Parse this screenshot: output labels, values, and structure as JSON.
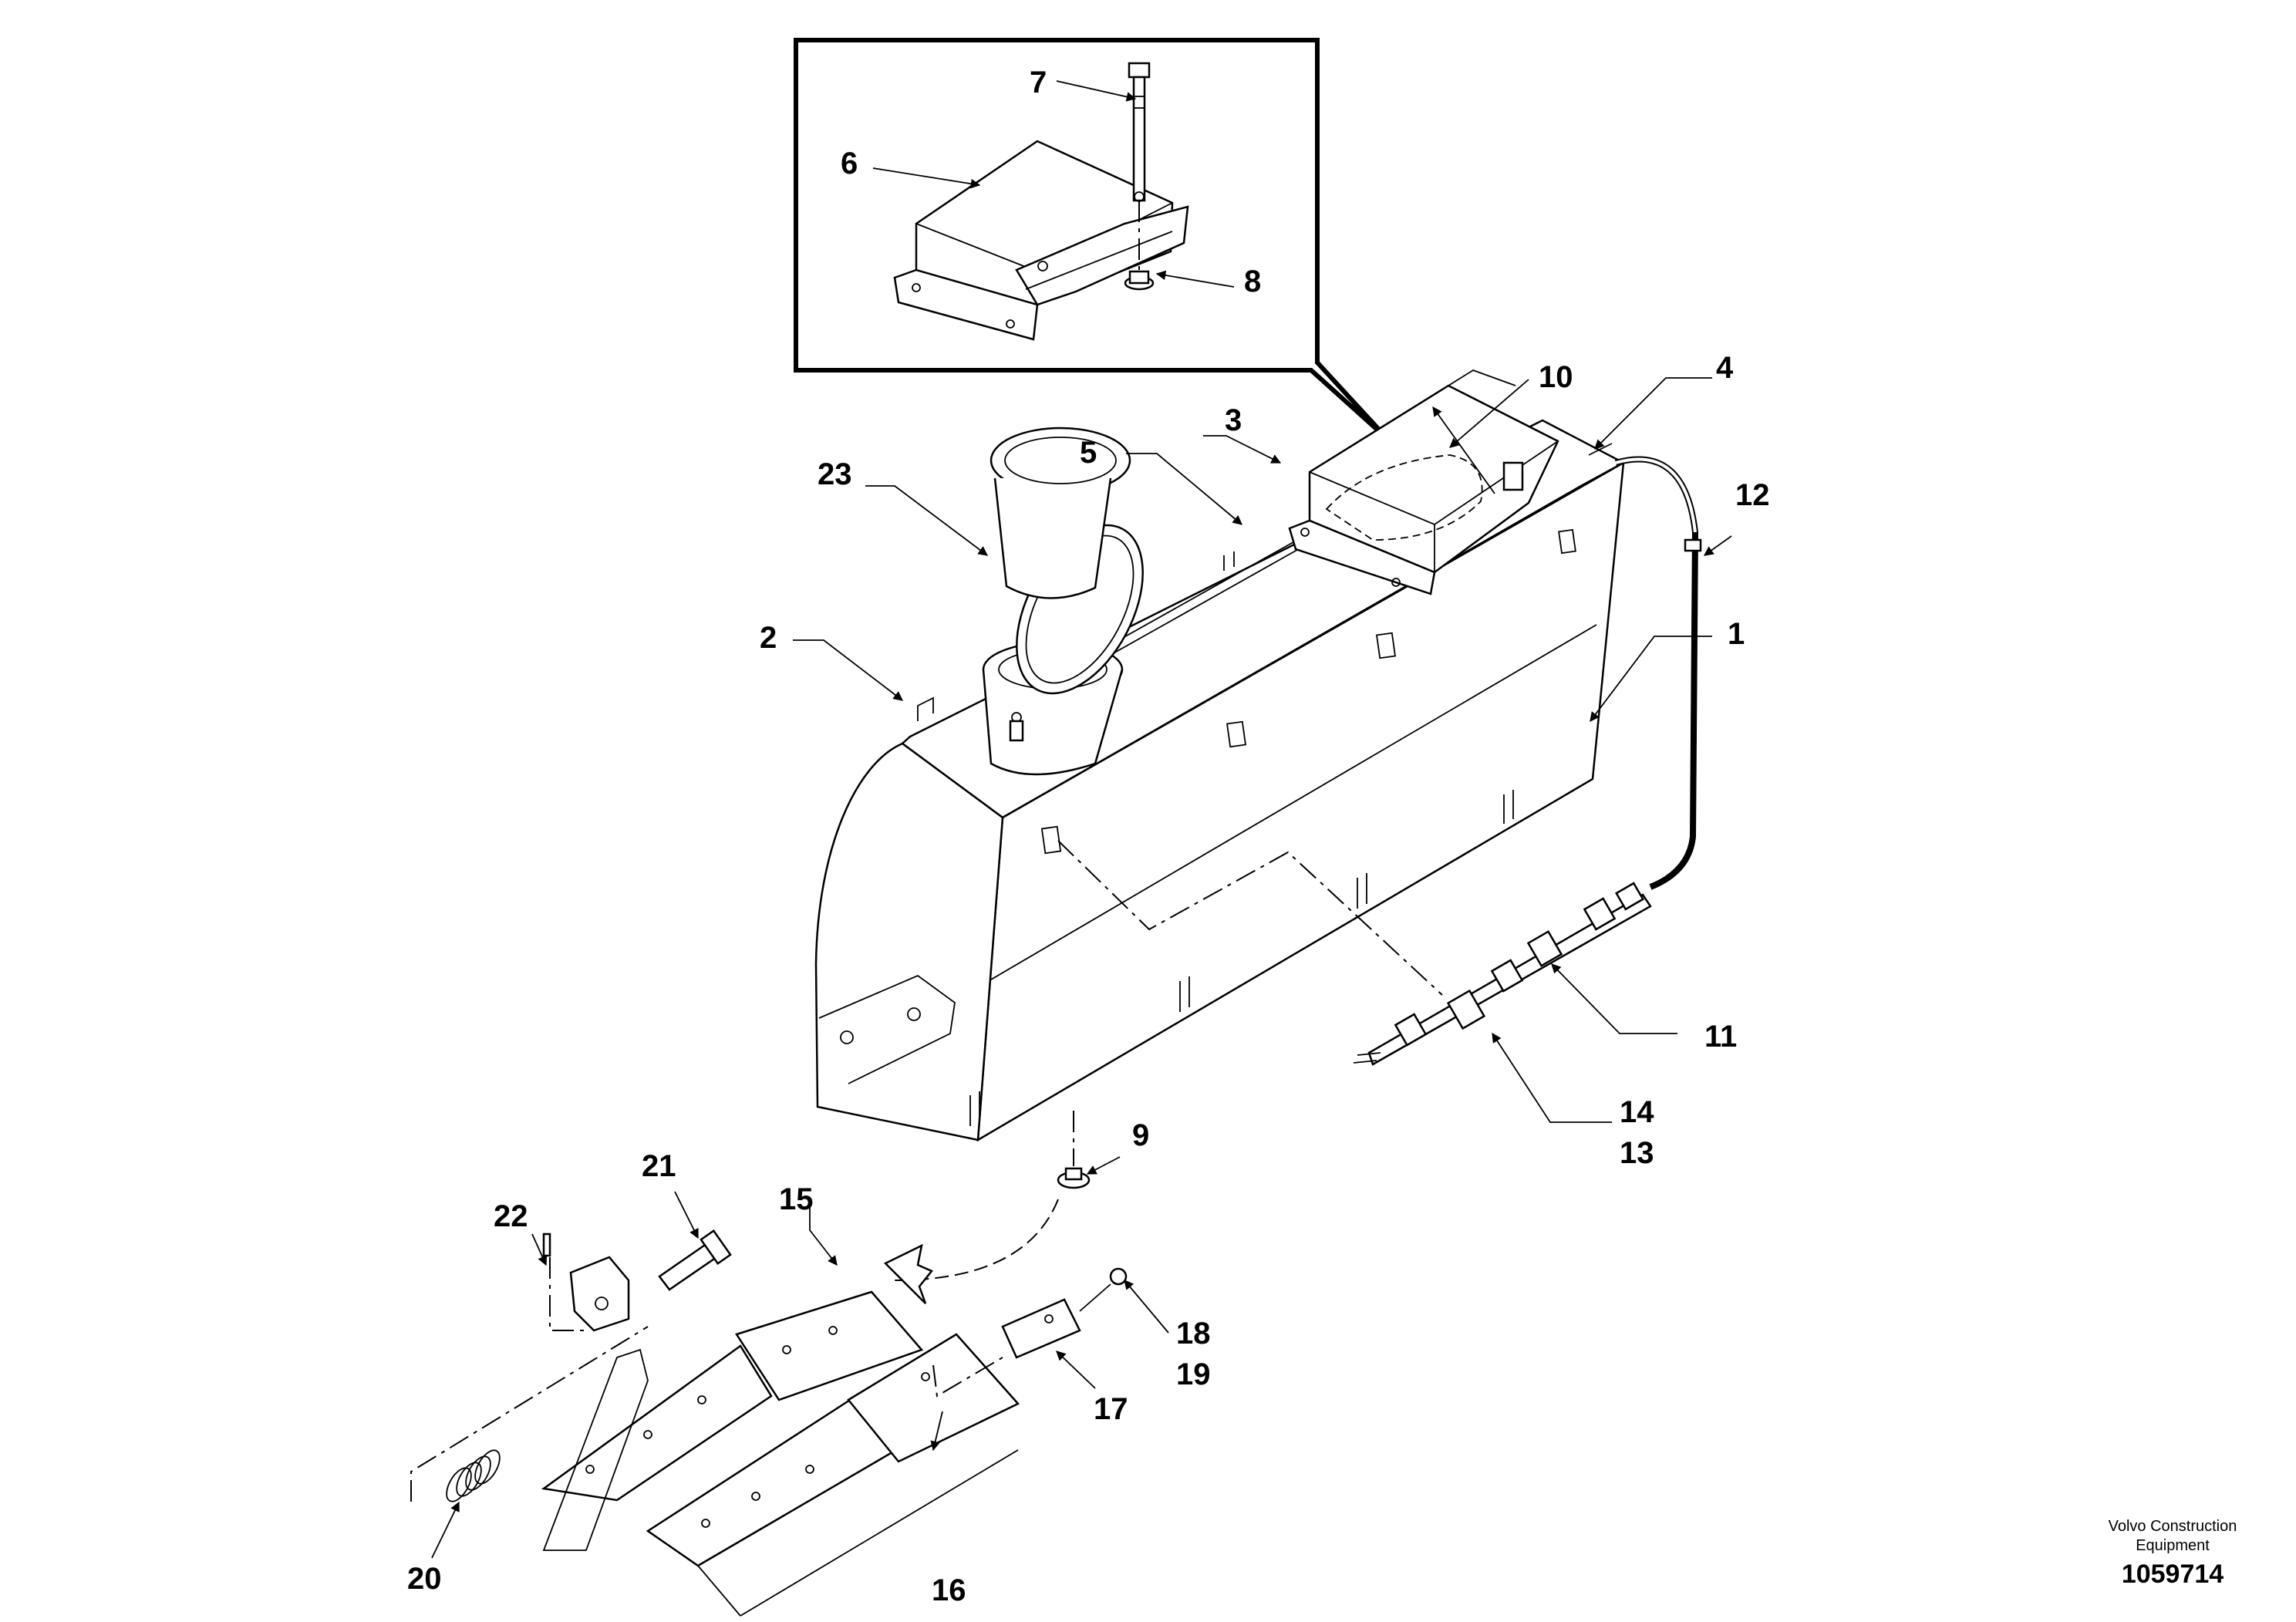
{
  "callouts": {
    "c1": "1",
    "c2": "2",
    "c3": "3",
    "c4": "4",
    "c5": "5",
    "c6": "6",
    "c7": "7",
    "c8": "8",
    "c9": "9",
    "c10": "10",
    "c11": "11",
    "c12": "12",
    "c13": "13",
    "c14": "14",
    "c15": "15",
    "c16": "16",
    "c17": "17",
    "c18": "18",
    "c19": "19",
    "c20": "20",
    "c21": "21",
    "c22": "22",
    "c23": "23"
  },
  "footer": {
    "brand_line1": "Volvo Construction",
    "brand_line2": "Equipment",
    "doc_number": "1059714"
  }
}
